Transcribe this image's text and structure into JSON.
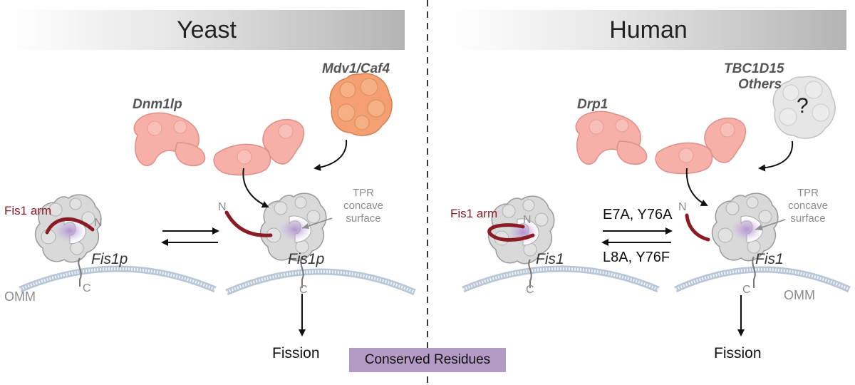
{
  "headers": {
    "yeast": "Yeast",
    "human": "Human"
  },
  "yeast": {
    "adaptor": "Mdv1/Caf4",
    "dynamin": "Dnm1lp",
    "fis_arm": "Fis1 arm",
    "fis_left": "Fis1p",
    "fis_right": "Fis1p",
    "n_left": "N",
    "n_right": "N",
    "c_left": "C",
    "c_right": "C",
    "omm": "OMM",
    "tpr": [
      "TPR",
      "concave",
      "surface"
    ],
    "fission": "Fission"
  },
  "human": {
    "adaptor": [
      "TBC1D15",
      "Others"
    ],
    "unknown_mark": "?",
    "dynamin": "Drp1",
    "fis_arm": "Fis1 arm",
    "fis_left": "Fis1",
    "fis_right": "Fis1",
    "n_left": "N",
    "n_right": "N",
    "c_left": "C",
    "c_right": "C",
    "omm": "OMM",
    "tpr": [
      "TPR",
      "concave",
      "surface"
    ],
    "mutations_forward": "E7A, Y76A",
    "mutations_reverse": "L8A, Y76F",
    "fission": "Fission"
  },
  "legend": {
    "conserved": "Conserved Residues"
  },
  "colors": {
    "dynamin": "#f6b0a8",
    "adaptor_yeast": "#f4a072",
    "adaptor_human": "#e8e8e8",
    "fis_protein": "#d9d9d9",
    "conserved": "#b49bc6",
    "arm": "#8c1c24",
    "membrane": "#b9c6d6"
  }
}
